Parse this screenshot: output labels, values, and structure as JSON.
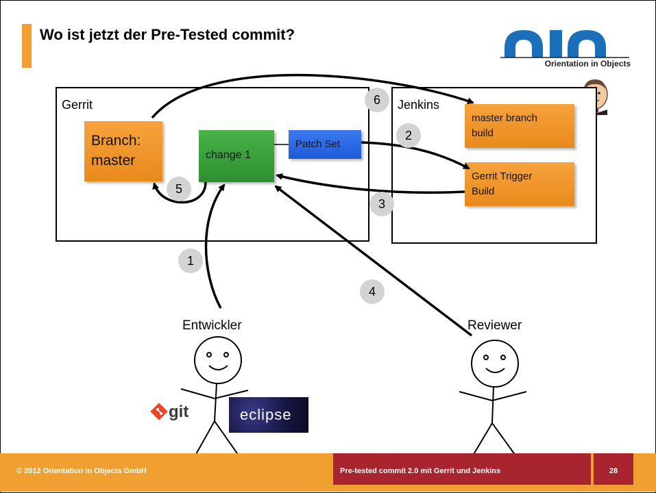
{
  "slide": {
    "title": "Wo ist jetzt der Pre-Tested commit?",
    "logo_caption": "Orientation in Objects"
  },
  "diagram": {
    "gerrit": {
      "label": "Gerrit",
      "branch": [
        "Branch:",
        "master"
      ],
      "change": "change 1",
      "patch_set": "Patch Set"
    },
    "jenkins": {
      "label": "Jenkins",
      "master_build": [
        "master branch",
        "build"
      ],
      "trigger_build": [
        "Gerrit Trigger",
        "Build"
      ]
    },
    "steps": [
      "1",
      "2",
      "3",
      "4",
      "5",
      "6"
    ],
    "actors": {
      "developer": "Entwickler",
      "reviewer": "Reviewer"
    },
    "tool_logos": {
      "git": "git",
      "eclipse": "eclipse"
    }
  },
  "footer": {
    "copyright": "© 2012 Orientation in Objects GmbH",
    "talk_title": "Pre-tested commit 2.0 mit Gerrit und Jenkins",
    "page_number": "28"
  },
  "colors": {
    "accent": "#f0a030",
    "footer_red": "#a8242e",
    "logo_blue": "#1a6fb8"
  }
}
